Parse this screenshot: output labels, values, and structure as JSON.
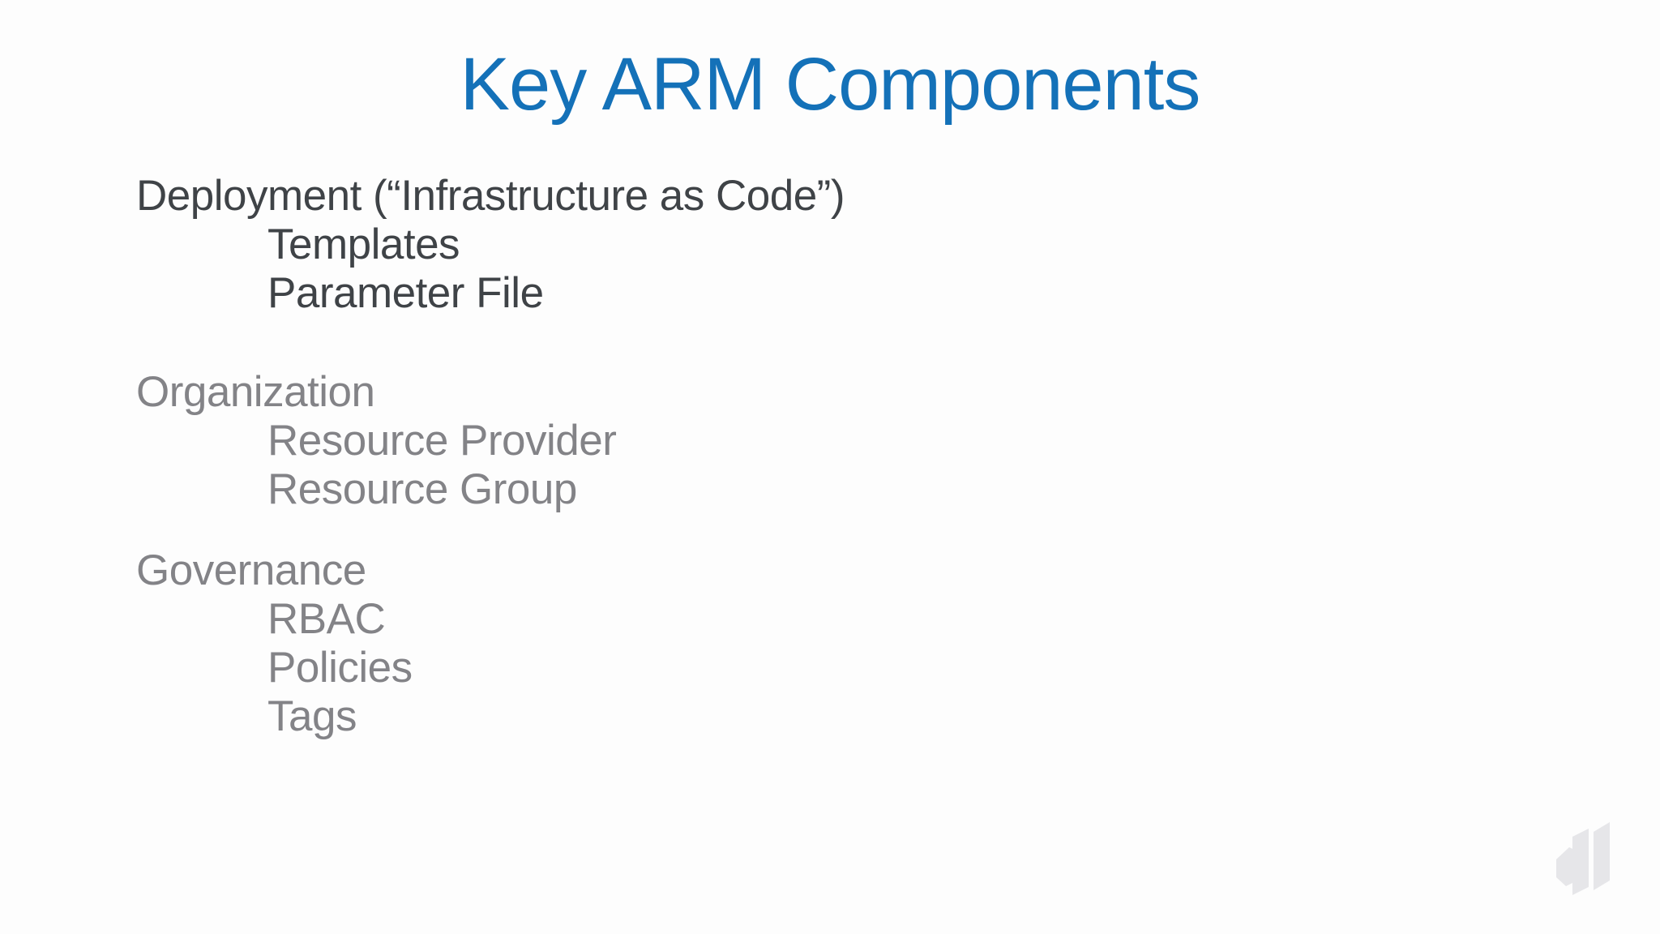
{
  "slide": {
    "title": "Key ARM Components",
    "groups": [
      {
        "label": "Deployment (“Infrastructure as Code”)",
        "items": [
          "Templates",
          "Parameter File"
        ]
      },
      {
        "label": "Organization",
        "items": [
          "Resource Provider",
          "Resource Group"
        ]
      },
      {
        "label": "Governance",
        "items": [
          "RBAC",
          "Policies",
          "Tags"
        ]
      }
    ]
  },
  "colors": {
    "background": "#fdfdfd",
    "title_blue": "#1471b8",
    "text_dark": "#3f4347",
    "text_muted": "#838387",
    "watermark_gray": "#e6e6e9"
  },
  "icons": {
    "watermark": "three-slanted-slabs-logo"
  }
}
